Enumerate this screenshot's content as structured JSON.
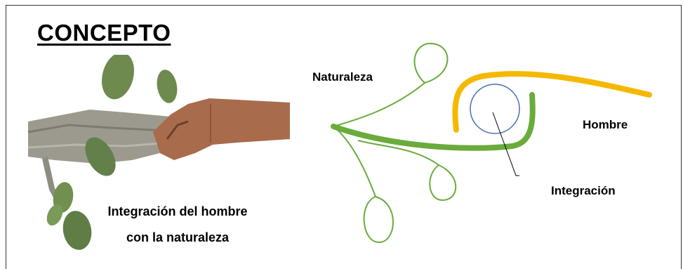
{
  "title": "CONCEPTO",
  "caption": {
    "line1": "Integración del hombre",
    "line2": "con la naturaleza"
  },
  "labels": {
    "nature": "Naturaleza",
    "man": "Hombre",
    "integration": "Integración"
  },
  "colors": {
    "nature_green": "#6aab3c",
    "man_yellow": "#f5b800",
    "integration_blue": "#4a6fb5"
  },
  "image": {
    "depicts": "hand-holding-leafy-branch"
  }
}
